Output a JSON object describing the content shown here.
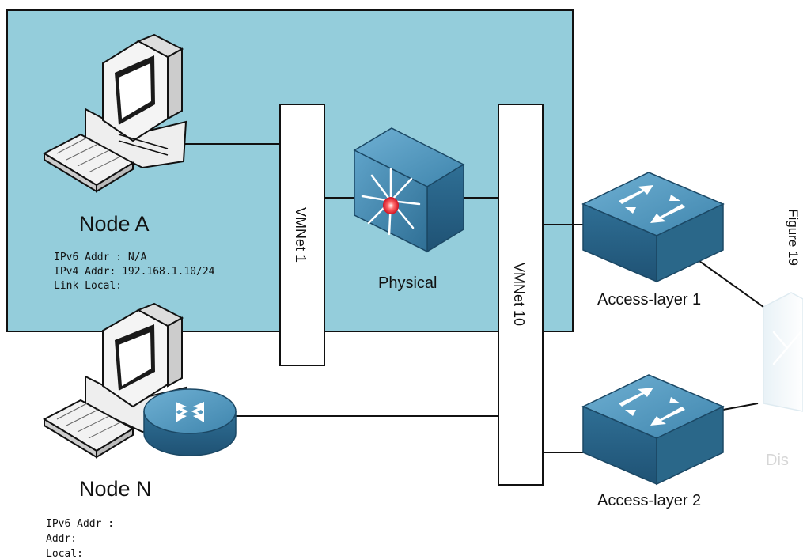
{
  "node_a": {
    "name": "Node A",
    "ipv6": "IPv6 Addr : N/A",
    "ipv4": "IPv4 Addr: 192.168.1.10/24",
    "link_local": "Link Local:"
  },
  "node_n": {
    "name": "Node N",
    "ipv6": "IPv6 Addr :",
    "addr": "Addr:",
    "local": "Local:"
  },
  "vmnet1": {
    "label": "VMNet 1"
  },
  "vmnet10": {
    "label": "VMNet 10"
  },
  "physical": {
    "label": "Physical"
  },
  "access1": {
    "label": "Access-layer 1"
  },
  "access2": {
    "label": "Access-layer 2"
  },
  "distribution": {
    "label": "Dis"
  },
  "figure": {
    "label": "Figure 19"
  },
  "colors": {
    "host_area": "#94cddb",
    "device_blue": "#3a7fa6",
    "device_dark": "#245a7a",
    "accent_red": "#e8343c"
  }
}
